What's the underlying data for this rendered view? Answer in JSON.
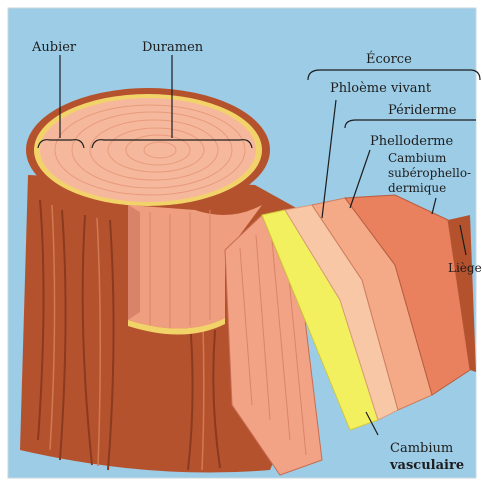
{
  "labels": {
    "aubier": "Aubier",
    "duramen": "Duramen",
    "ecorce": "Écorce",
    "phloeme_vivant": "Phloème vivant",
    "periderme": "Périderme",
    "phelloderme": "Phelloderme",
    "cambium_suberophellodermique_line1": "Cambium",
    "cambium_suberophellodermique_line2": "subérophello-",
    "cambium_suberophellodermique_line3": "dermique",
    "liege": "Liège",
    "cambium_vasculaire_line1": "Cambium",
    "cambium_vasculaire_line2": "vasculaire"
  },
  "colors": {
    "background_sky": "#9ccce6",
    "bark": "#b5522e",
    "bark_dark": "#8a3a1e",
    "wood": "#ef9f80",
    "wood_light": "#f6b89c",
    "cambium_yellow": "#f3f060",
    "sapwood_ring": "#f2d36a",
    "leader_line": "#1d1d1d"
  }
}
